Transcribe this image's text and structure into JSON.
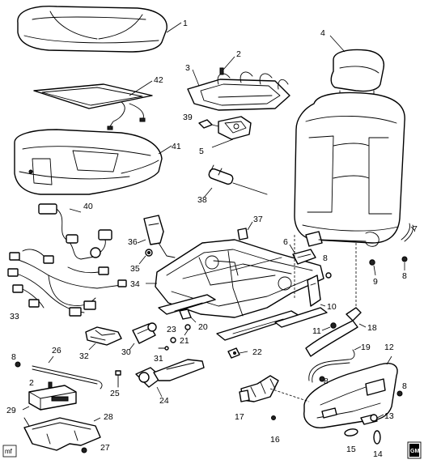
{
  "callouts": [
    {
      "id": "1",
      "text": "1"
    },
    {
      "id": "2a",
      "text": "2"
    },
    {
      "id": "3",
      "text": "3"
    },
    {
      "id": "4",
      "text": "4"
    },
    {
      "id": "5",
      "text": "5"
    },
    {
      "id": "6",
      "text": "6"
    },
    {
      "id": "7",
      "text": "7"
    },
    {
      "id": "8a",
      "text": "8"
    },
    {
      "id": "8b",
      "text": "8"
    },
    {
      "id": "9",
      "text": "9"
    },
    {
      "id": "10",
      "text": "10"
    },
    {
      "id": "11",
      "text": "11"
    },
    {
      "id": "12",
      "text": "12"
    },
    {
      "id": "13",
      "text": "13"
    },
    {
      "id": "14",
      "text": "14"
    },
    {
      "id": "15",
      "text": "15"
    },
    {
      "id": "16",
      "text": "16"
    },
    {
      "id": "17",
      "text": "17"
    },
    {
      "id": "18",
      "text": "18"
    },
    {
      "id": "19",
      "text": "19"
    },
    {
      "id": "20",
      "text": "20"
    },
    {
      "id": "21",
      "text": "21"
    },
    {
      "id": "22",
      "text": "22"
    },
    {
      "id": "23",
      "text": "23"
    },
    {
      "id": "24",
      "text": "24"
    },
    {
      "id": "25",
      "text": "25"
    },
    {
      "id": "26",
      "text": "26"
    },
    {
      "id": "2b",
      "text": "2"
    },
    {
      "id": "27",
      "text": "27"
    },
    {
      "id": "28",
      "text": "28"
    },
    {
      "id": "29",
      "text": "29"
    },
    {
      "id": "30",
      "text": "30"
    },
    {
      "id": "31",
      "text": "31"
    },
    {
      "id": "32",
      "text": "32"
    },
    {
      "id": "33",
      "text": "33"
    },
    {
      "id": "34",
      "text": "34"
    },
    {
      "id": "35",
      "text": "35"
    },
    {
      "id": "36",
      "text": "36"
    },
    {
      "id": "37",
      "text": "37"
    },
    {
      "id": "38",
      "text": "38"
    },
    {
      "id": "39",
      "text": "39"
    },
    {
      "id": "40",
      "text": "40"
    },
    {
      "id": "41",
      "text": "41"
    },
    {
      "id": "42",
      "text": "42"
    },
    {
      "id": "8c",
      "text": "8"
    },
    {
      "id": "8d",
      "text": "8"
    },
    {
      "id": "8e",
      "text": "8"
    }
  ],
  "badges": {
    "mf": "mf",
    "gm": "GM"
  }
}
